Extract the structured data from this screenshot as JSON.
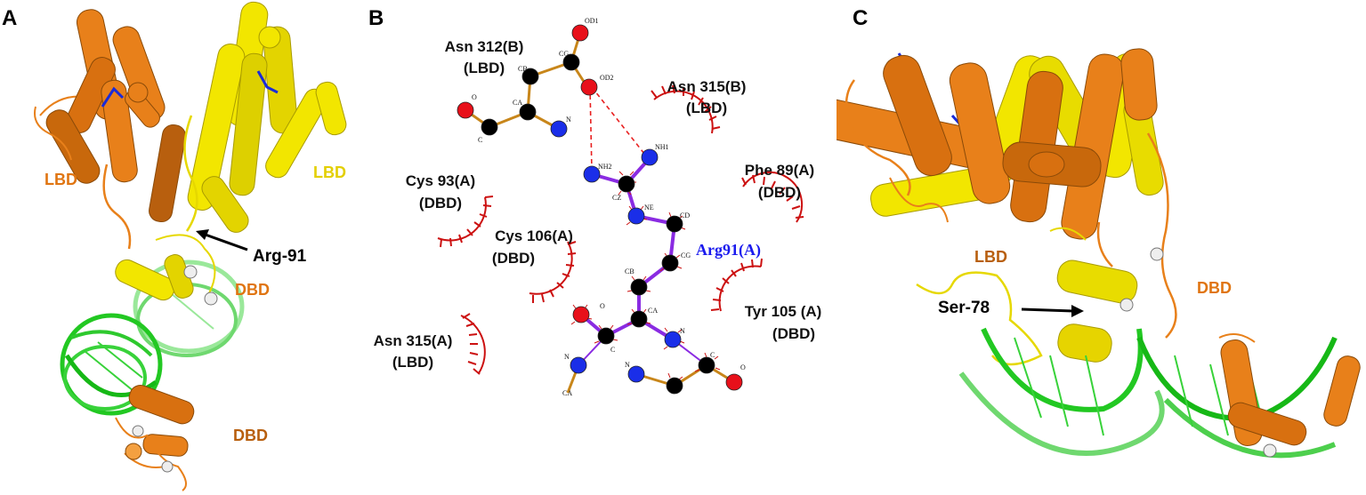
{
  "panels": {
    "a": {
      "label": "A",
      "lbd_left": "LBD",
      "lbd_right": "LBD",
      "arrow_label": "Arg-91",
      "dbd_upper": "DBD",
      "dbd_lower": "DBD"
    },
    "b": {
      "label": "B",
      "residues": [
        {
          "name": "Asn 312(B)",
          "domain": "(LBD)"
        },
        {
          "name": "Asn 315(B)",
          "domain": "(LBD)"
        },
        {
          "name": "Cys 93(A)",
          "domain": "(DBD)"
        },
        {
          "name": "Phe 89(A)",
          "domain": "(DBD)"
        },
        {
          "name": "Cys 106(A)",
          "domain": "(DBD)"
        },
        {
          "name": "Tyr 105 (A)",
          "domain": "(DBD)"
        },
        {
          "name": "Asn 315(A)",
          "domain": "(LBD)"
        }
      ],
      "ligand_label": "Arg91(A)",
      "atoms": {
        "od1": "OD1",
        "od2": "OD2",
        "cg_top": "CG",
        "cb_top": "CB",
        "ca_top": "CA",
        "o_top": "O",
        "c_top": "C",
        "n_top": "N",
        "nh1": "NH1",
        "nh2": "NH2",
        "cz": "CZ",
        "ne": "NE",
        "cd": "CD",
        "cg": "CG",
        "cb": "CB",
        "ca": "CA",
        "o_bot": "O",
        "c_bot": "C",
        "n_bot": "N",
        "n_left": "N",
        "ca_left": "CA",
        "n_mid": "N",
        "c_right": "C",
        "o_right": "O"
      }
    },
    "c": {
      "label": "C",
      "lbd": "LBD",
      "dbd": "DBD",
      "arrow_label": "Ser-78"
    }
  },
  "colors": {
    "orange": "#e8801a",
    "orange_dark": "#b85f0e",
    "yellow": "#f2e600",
    "green": "#38d23a",
    "bond_orange": "#c8861a",
    "bond_purple": "#8a2be2",
    "carbon": "#000000",
    "nitrogen": "#1a2ee8",
    "oxygen": "#e8101a",
    "hydrophobic": "#cc1111",
    "hbond": "#e82020"
  }
}
